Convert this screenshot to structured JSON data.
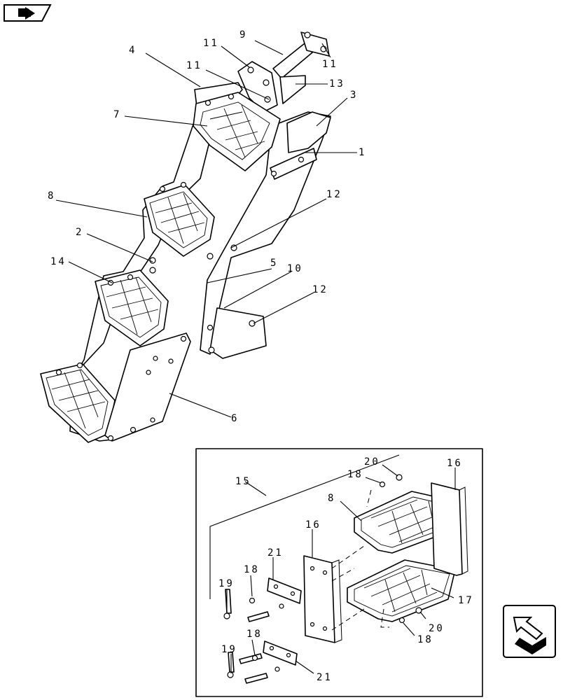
{
  "diagram": {
    "callouts": {
      "c9": "9",
      "c11a": "11",
      "c11b": "11",
      "c11c": "11",
      "c13": "13",
      "c3": "3",
      "c4": "4",
      "c7": "7",
      "c1": "1",
      "c12a": "12",
      "c8": "8",
      "c2": "2",
      "c14": "14",
      "c5": "5",
      "c10": "10",
      "c12b": "12",
      "c6": "6",
      "c15": "15",
      "c20a": "20",
      "c16a": "16",
      "c18a": "18",
      "c8b": "8",
      "c16b": "16",
      "c21a": "21",
      "c18b": "18",
      "c19a": "19",
      "c17": "17",
      "c20b": "20",
      "c18c": "18",
      "c18d": "18",
      "c19b": "19",
      "c21b": "21"
    }
  }
}
